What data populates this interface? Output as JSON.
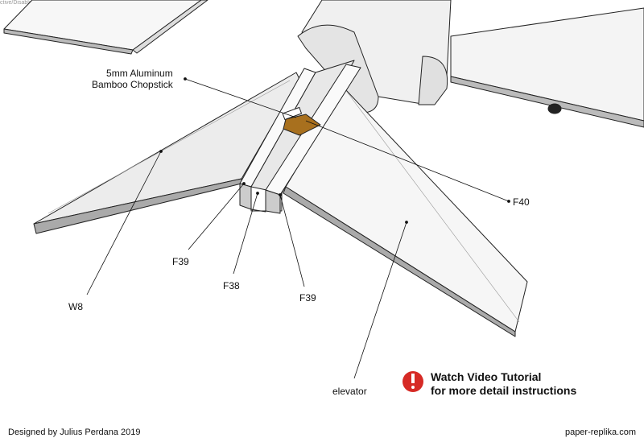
{
  "corner_text": "ctive/Disabled",
  "labels": {
    "rod_line1": "5mm Aluminum",
    "rod_line2": "Bamboo Chopstick",
    "f40": "F40",
    "f39_left": "F39",
    "f38": "F38",
    "f39_right": "F39",
    "w8": "W8",
    "elevator": "elevator"
  },
  "tutorial": {
    "icon": "exclamation-circle-icon",
    "line1": "Watch Video Tutorial",
    "line2": "for more detail instructions",
    "icon_color": "#d62a25"
  },
  "footer": {
    "credit": "Designed by Julius Perdana 2019",
    "site": "paper-replika.com"
  },
  "colors": {
    "block": "#a8701e"
  }
}
